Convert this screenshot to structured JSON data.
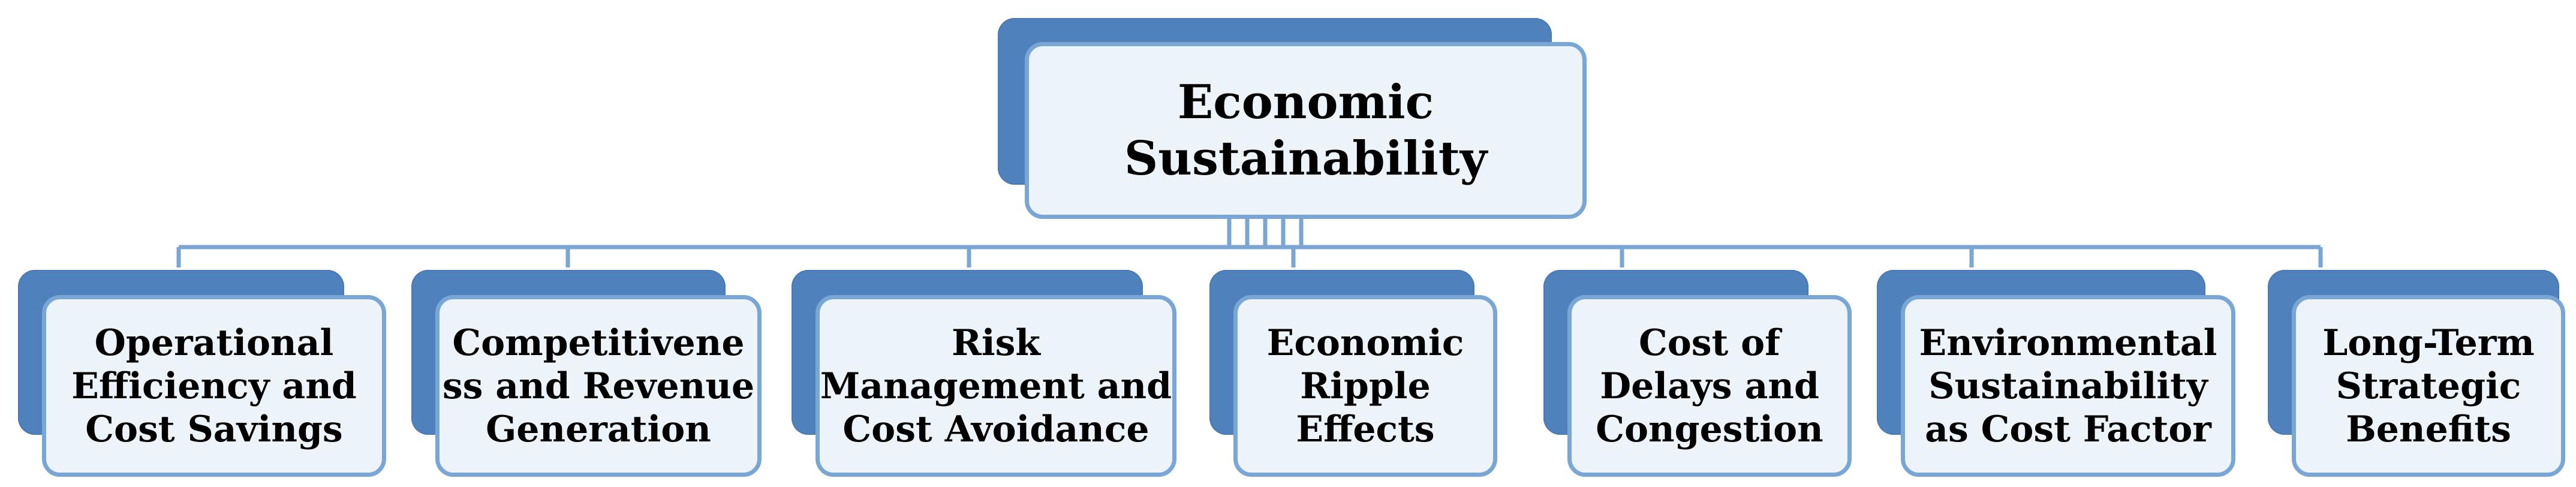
{
  "diagram": {
    "root": {
      "label": "Economic\nSustainability"
    },
    "children": [
      {
        "label": "Operational\nEfficiency and\nCost Savings"
      },
      {
        "label": "Competitivene\nss and Revenue\nGeneration"
      },
      {
        "label": "Risk\nManagement and\nCost Avoidance"
      },
      {
        "label": "Economic\nRipple\nEffects"
      },
      {
        "label": "Cost of\nDelays and\nCongestion"
      },
      {
        "label": "Environmental\nSustainability\nas  Cost Factor"
      },
      {
        "label": "Long-Term\nStrategic\nBenefits"
      }
    ],
    "colors": {
      "shadow": "#4f81bd",
      "box_fill": "#ecf3f9",
      "box_border": "#7aa6d5",
      "connector": "#7aa6d5"
    }
  }
}
